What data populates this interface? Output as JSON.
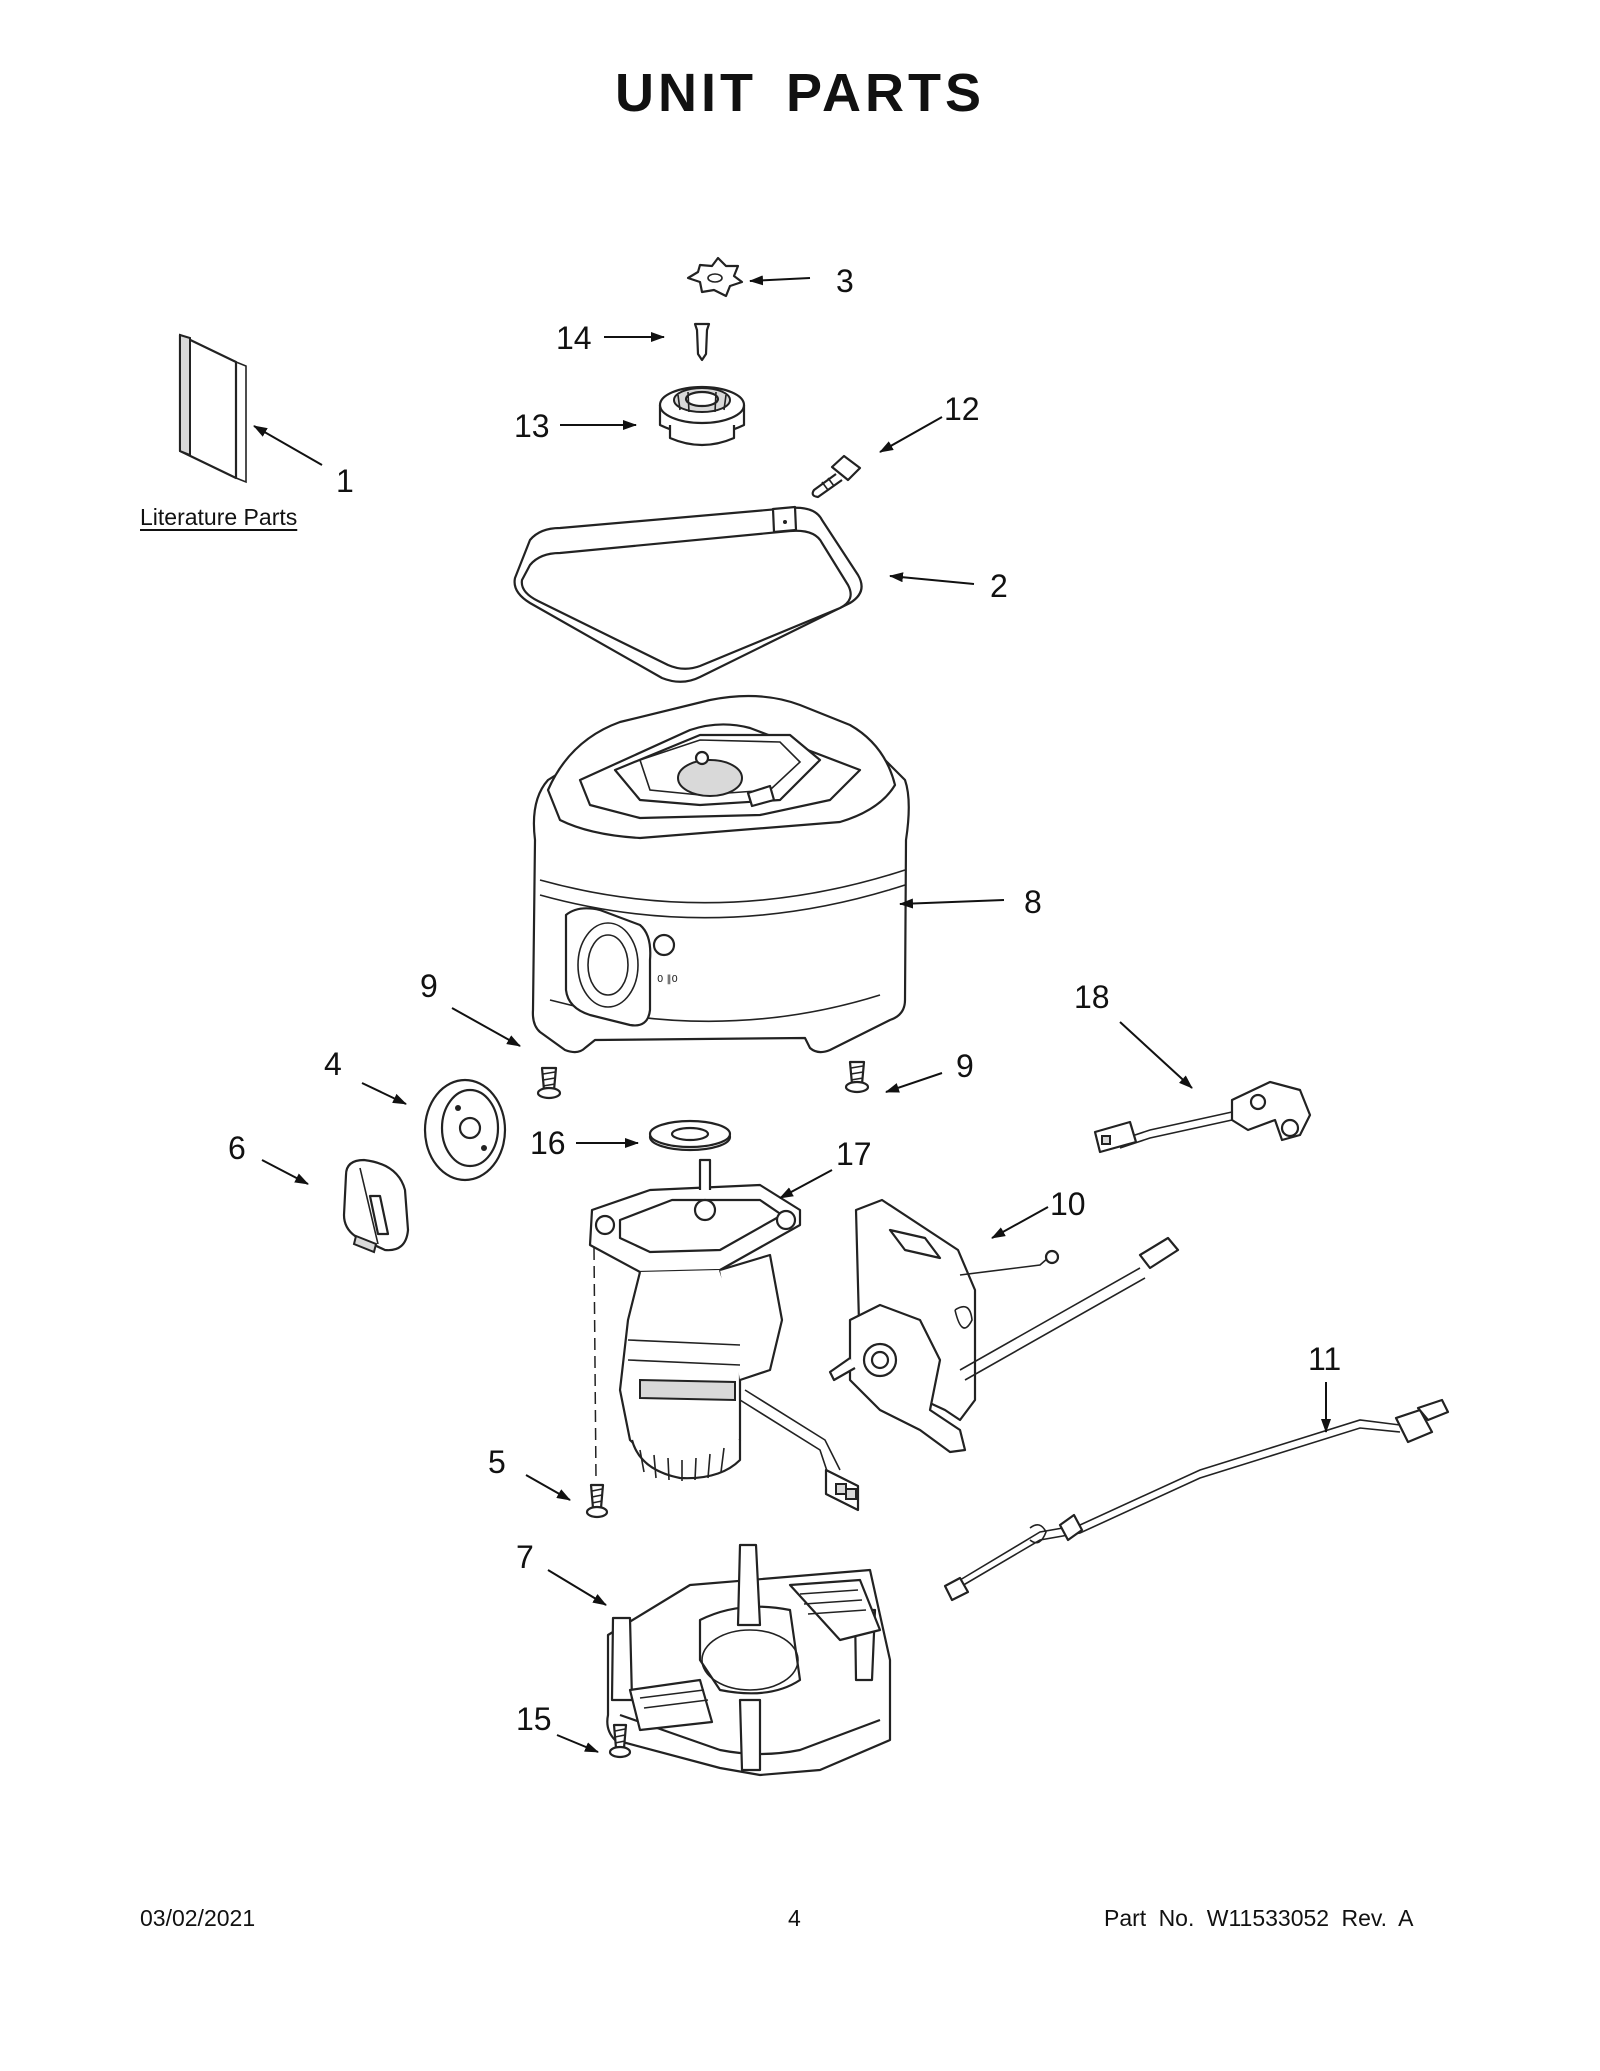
{
  "page": {
    "title": "UNIT PARTS",
    "literature_label": "Literature Parts",
    "footer_date": "03/02/2021",
    "footer_page": "4",
    "footer_part": "Part No.  W11533052  Rev.  A"
  },
  "callouts": {
    "c1": "1",
    "c2": "2",
    "c3": "3",
    "c4": "4",
    "c5": "5",
    "c6": "6",
    "c7": "7",
    "c8": "8",
    "c9a": "9",
    "c9b": "9",
    "c10": "10",
    "c11": "11",
    "c12": "12",
    "c13": "13",
    "c14": "14",
    "c15": "15",
    "c16": "16",
    "c17": "17",
    "c18": "18"
  }
}
